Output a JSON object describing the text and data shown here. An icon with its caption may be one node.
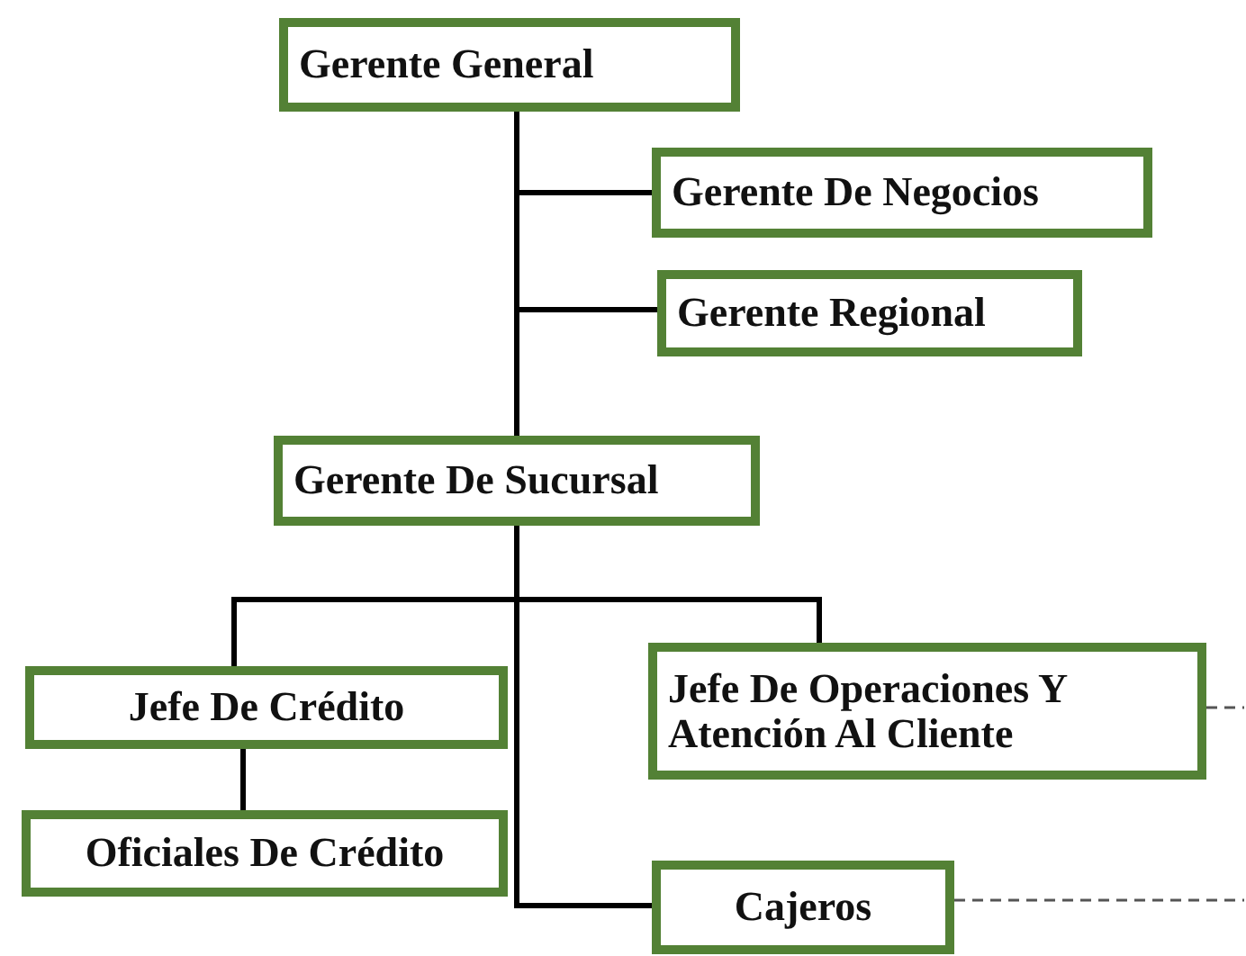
{
  "diagram": {
    "nodes": [
      {
        "text": [
          "Gerente General"
        ]
      },
      {
        "text": [
          "Gerente De Negocios"
        ]
      },
      {
        "text": [
          "Gerente Regional"
        ]
      },
      {
        "text": [
          "Gerente De Sucursal"
        ]
      },
      {
        "text": [
          "Jefe De Crédito"
        ]
      },
      {
        "text": [
          "Jefe De Operaciones Y Atención Al Cliente"
        ]
      },
      {
        "text": [
          "Oficiales De Crédito"
        ]
      },
      {
        "text": [
          "Cajeros"
        ]
      }
    ],
    "edges": [
      {
        "from": 0,
        "to": 1,
        "arrow": "none"
      },
      {
        "from": 0,
        "to": 2,
        "arrow": "none"
      },
      {
        "from": 0,
        "to": 3,
        "arrow": "none"
      },
      {
        "from": 3,
        "to": 4,
        "arrow": "none"
      },
      {
        "from": 3,
        "to": 5,
        "arrow": "none"
      },
      {
        "from": 3,
        "to": 7,
        "arrow": "none"
      },
      {
        "from": 4,
        "to": 6,
        "arrow": "none"
      },
      {
        "from": 5,
        "to": null,
        "arrow": "none",
        "style": "dashed"
      },
      {
        "from": 7,
        "to": null,
        "arrow": "none",
        "style": "dashed"
      }
    ]
  }
}
